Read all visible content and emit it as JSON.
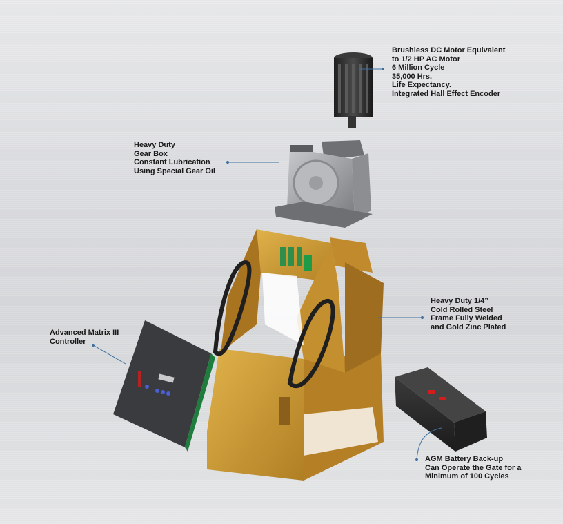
{
  "callouts": {
    "motor": {
      "lines": [
        "Brushless DC Motor Equivalent",
        "to 1/2 HP AC Motor",
        "6 Million Cycle",
        "35,000 Hrs.",
        "Life Expectancy.",
        "Integrated Hall Effect Encoder"
      ]
    },
    "gearbox": {
      "lines": [
        "Heavy Duty",
        "Gear Box",
        "Constant Lubrication",
        "Using Special Gear Oil"
      ]
    },
    "frame": {
      "lines": [
        "Heavy Duty 1/4”",
        "Cold Rolled Steel",
        "Frame Fully Welded",
        "and Gold Zinc Plated"
      ]
    },
    "controller": {
      "lines": [
        "Advanced Matrix III",
        "Controller"
      ]
    },
    "battery": {
      "lines": [
        "AGM Battery Back-up",
        "Can Operate the Gate for a",
        "Minimum of 100 Cycles"
      ]
    }
  },
  "colors": {
    "frame_gold": "#c9962f",
    "frame_shadow": "#8a5f1c",
    "leader_line": "#3d6e9e",
    "motor_black": "#2a2a2a",
    "gearbox_gray": "#a9aaad",
    "battery_black": "#2b2b2b",
    "battery_red": "#d21d1d"
  }
}
